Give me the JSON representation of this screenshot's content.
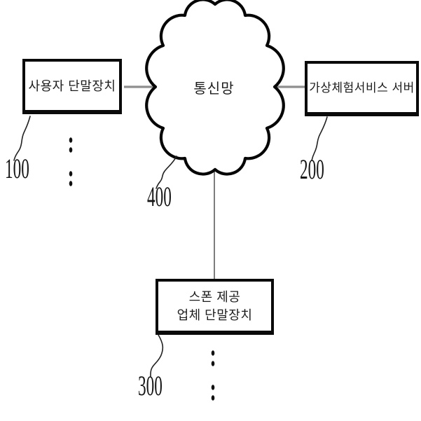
{
  "diagram": {
    "network": {
      "label": "통신망",
      "ref": "400"
    },
    "user_terminal": {
      "label": "사용자 단말장치",
      "ref": "100"
    },
    "service_server": {
      "label": "가상체험서비스 서버",
      "ref": "200"
    },
    "sponsor_terminal": {
      "label_line1": "스폰 제공",
      "label_line2": "업체 단말장치",
      "ref": "300"
    },
    "colors": {
      "background": "#ffffff",
      "outline": "#0a0a0a",
      "connector_gray": "#8f8f8f",
      "leader_line": "#222222"
    }
  }
}
